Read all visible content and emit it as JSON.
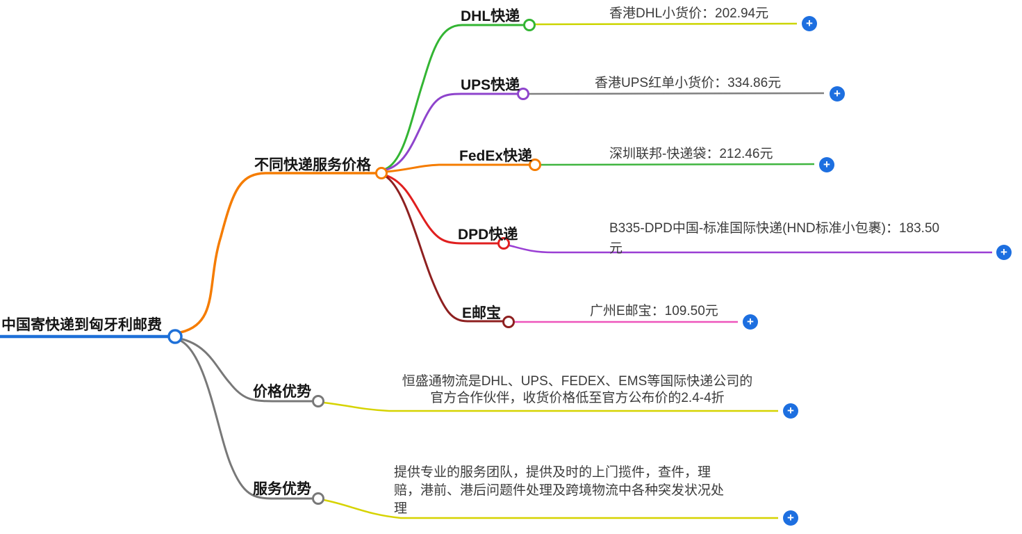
{
  "ui": {
    "expand_symbol": "+"
  },
  "colors": {
    "root_blue": "#1e70d8",
    "expand_button_blue": "#1d6fe0",
    "branch_orange": "#f57c00",
    "dhl_green": "#33b533",
    "dhl_leaf_chartreuse": "#ccd500",
    "ups_purple": "#8e44cc",
    "ups_leaf_gray": "#808080",
    "fedex_leaf_green": "#3fb53f",
    "dpd_red": "#e01f1f",
    "dpd_leaf_violet": "#9a3fd4",
    "eub_dark_red": "#8e2020",
    "eub_leaf_pink": "#ee55bb",
    "advantage_gray": "#787878",
    "advantage_leaf_yellow": "#d6d300"
  },
  "nodes": {
    "root": {
      "label": "中国寄快递到匈牙利邮费"
    },
    "price_branch": {
      "label": "不同快递服务价格"
    },
    "dhl": {
      "label": "DHL快递",
      "value": "香港DHL小货价：202.94元"
    },
    "ups": {
      "label": "UPS快递",
      "value": "香港UPS红单小货价：334.86元"
    },
    "fedex": {
      "label": "FedEx快递",
      "value": "深圳联邦-快递袋：212.46元"
    },
    "dpd": {
      "label": "DPD快递",
      "value_lines": [
        "B335-DPD中国-标准国际快递(HND标准小包裹)：183.50",
        "元"
      ]
    },
    "eub": {
      "label": "E邮宝",
      "value": "广州E邮宝：109.50元"
    },
    "price_adv": {
      "label": "价格优势",
      "lines": [
        "恒盛通物流是DHL、UPS、FEDEX、EMS等国际快递公司的",
        "官方合作伙伴，收货价格低至官方公布价的2.4-4折"
      ]
    },
    "service_adv": {
      "label": "服务优势",
      "lines": [
        "提供专业的服务团队，提供及时的上门揽件，查件，理",
        "赔，港前、港后问题件处理及跨境物流中各种突发状况处",
        "理"
      ]
    }
  }
}
